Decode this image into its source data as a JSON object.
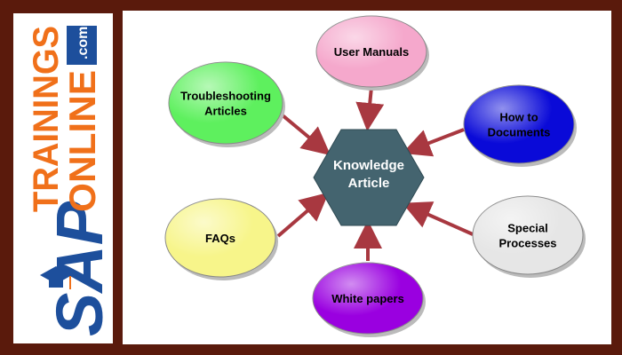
{
  "logo": {
    "brand": "SAP",
    "line1": "TRAININGS",
    "line2": "ONLINE",
    "suffix": ".com"
  },
  "diagram": {
    "center": {
      "line1": "Knowledge",
      "line2": "Article"
    },
    "nodes": [
      {
        "id": "user-manuals",
        "lines": [
          "User Manuals"
        ],
        "color": "#f5a8cc"
      },
      {
        "id": "how-to-documents",
        "lines": [
          "How to",
          "Documents"
        ],
        "color": "#0a0ad8"
      },
      {
        "id": "special-processes",
        "lines": [
          "Special",
          "Processes"
        ],
        "color": "#e6e6e6"
      },
      {
        "id": "white-papers",
        "lines": [
          "White papers"
        ],
        "color": "#9a00e0"
      },
      {
        "id": "faqs",
        "lines": [
          "FAQs"
        ],
        "color": "#f7f58a"
      },
      {
        "id": "troubleshooting-articles",
        "lines": [
          "Troubleshooting",
          "Articles"
        ],
        "color": "#5ef05e"
      }
    ],
    "colors": {
      "hexagon": "#44646f",
      "arrow": "#a83840",
      "center_text": "#ffffff",
      "node_text": "#000000"
    }
  }
}
